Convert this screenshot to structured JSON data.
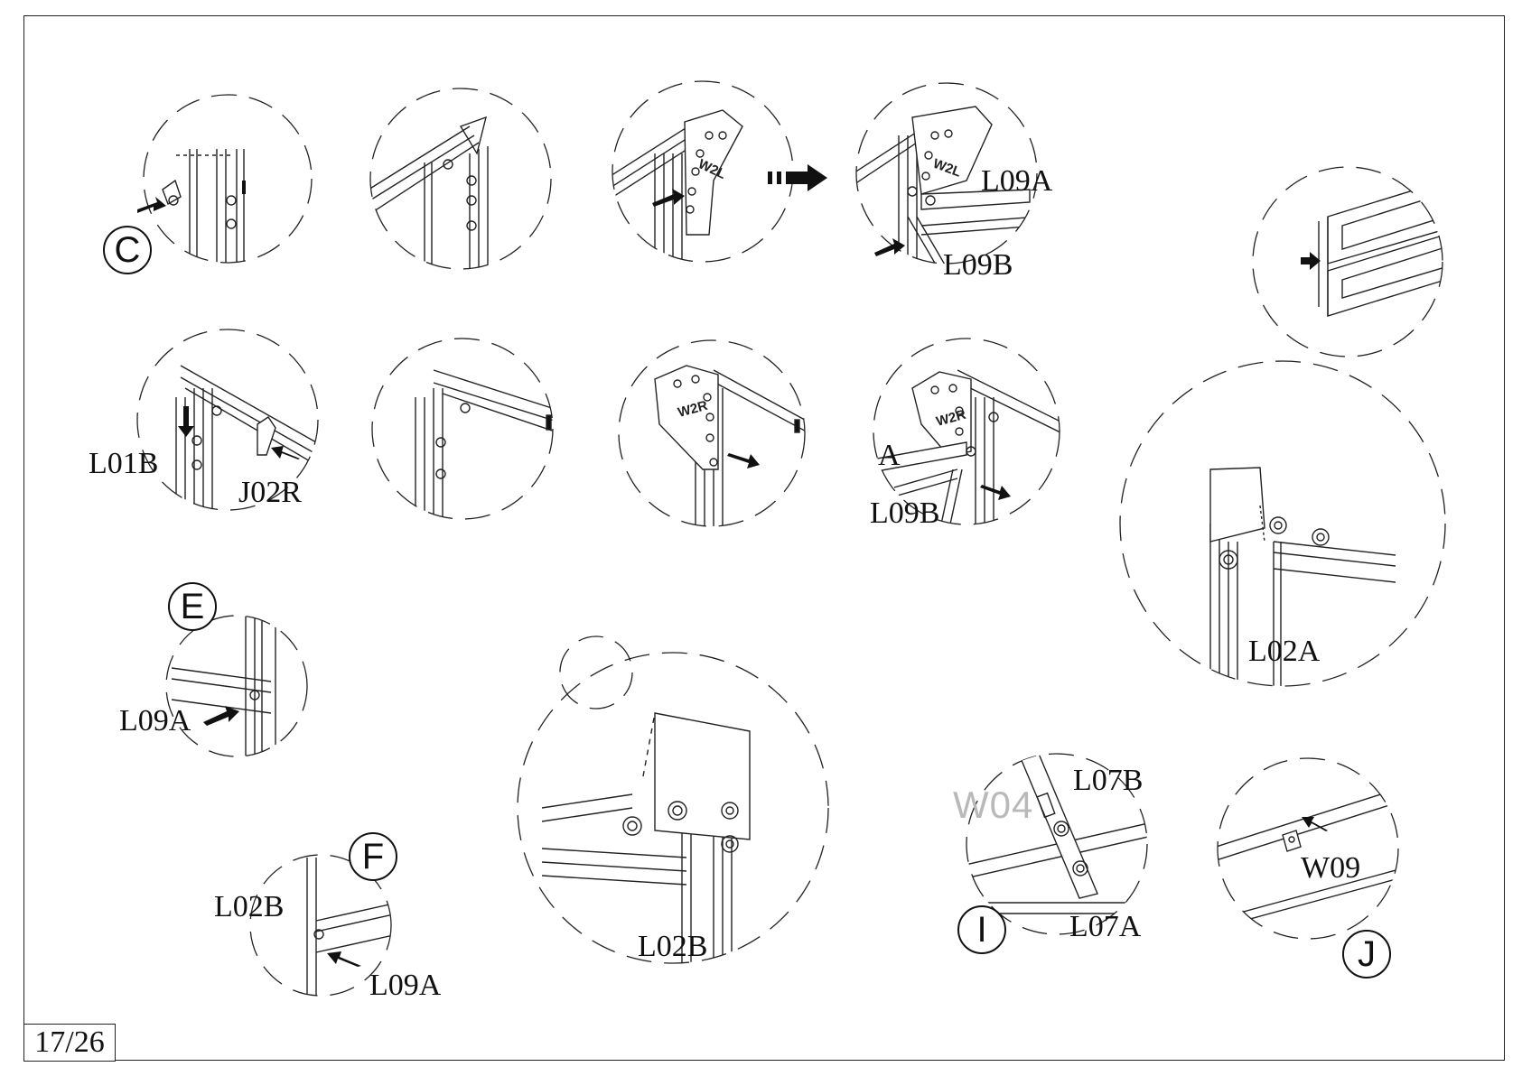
{
  "page": {
    "number": "17/26",
    "frame_color": "#222222"
  },
  "badges": {
    "c": "C",
    "e": "E",
    "f": "F",
    "i": "I",
    "j": "J"
  },
  "labels": {
    "l09a_top": "L09A",
    "l09b_top": "L09B",
    "l01b": "L01B",
    "j02r": "J02R",
    "a_mid": "A",
    "l09b_mid": "L09B",
    "l02a": "L02A",
    "l09a_e": "L09A",
    "l02b_f": "L02B",
    "l09a_f": "L09A",
    "l02b_center": "L02B",
    "l07b": "L07B",
    "l07a": "L07A",
    "w04_ghost": "W04",
    "w09": "W09"
  },
  "plates": {
    "w2l_1": "W2L",
    "w2l_2": "W2L",
    "w2r_1": "W2R",
    "w2r_2": "W2R",
    "w2l_partial": "W2L"
  }
}
